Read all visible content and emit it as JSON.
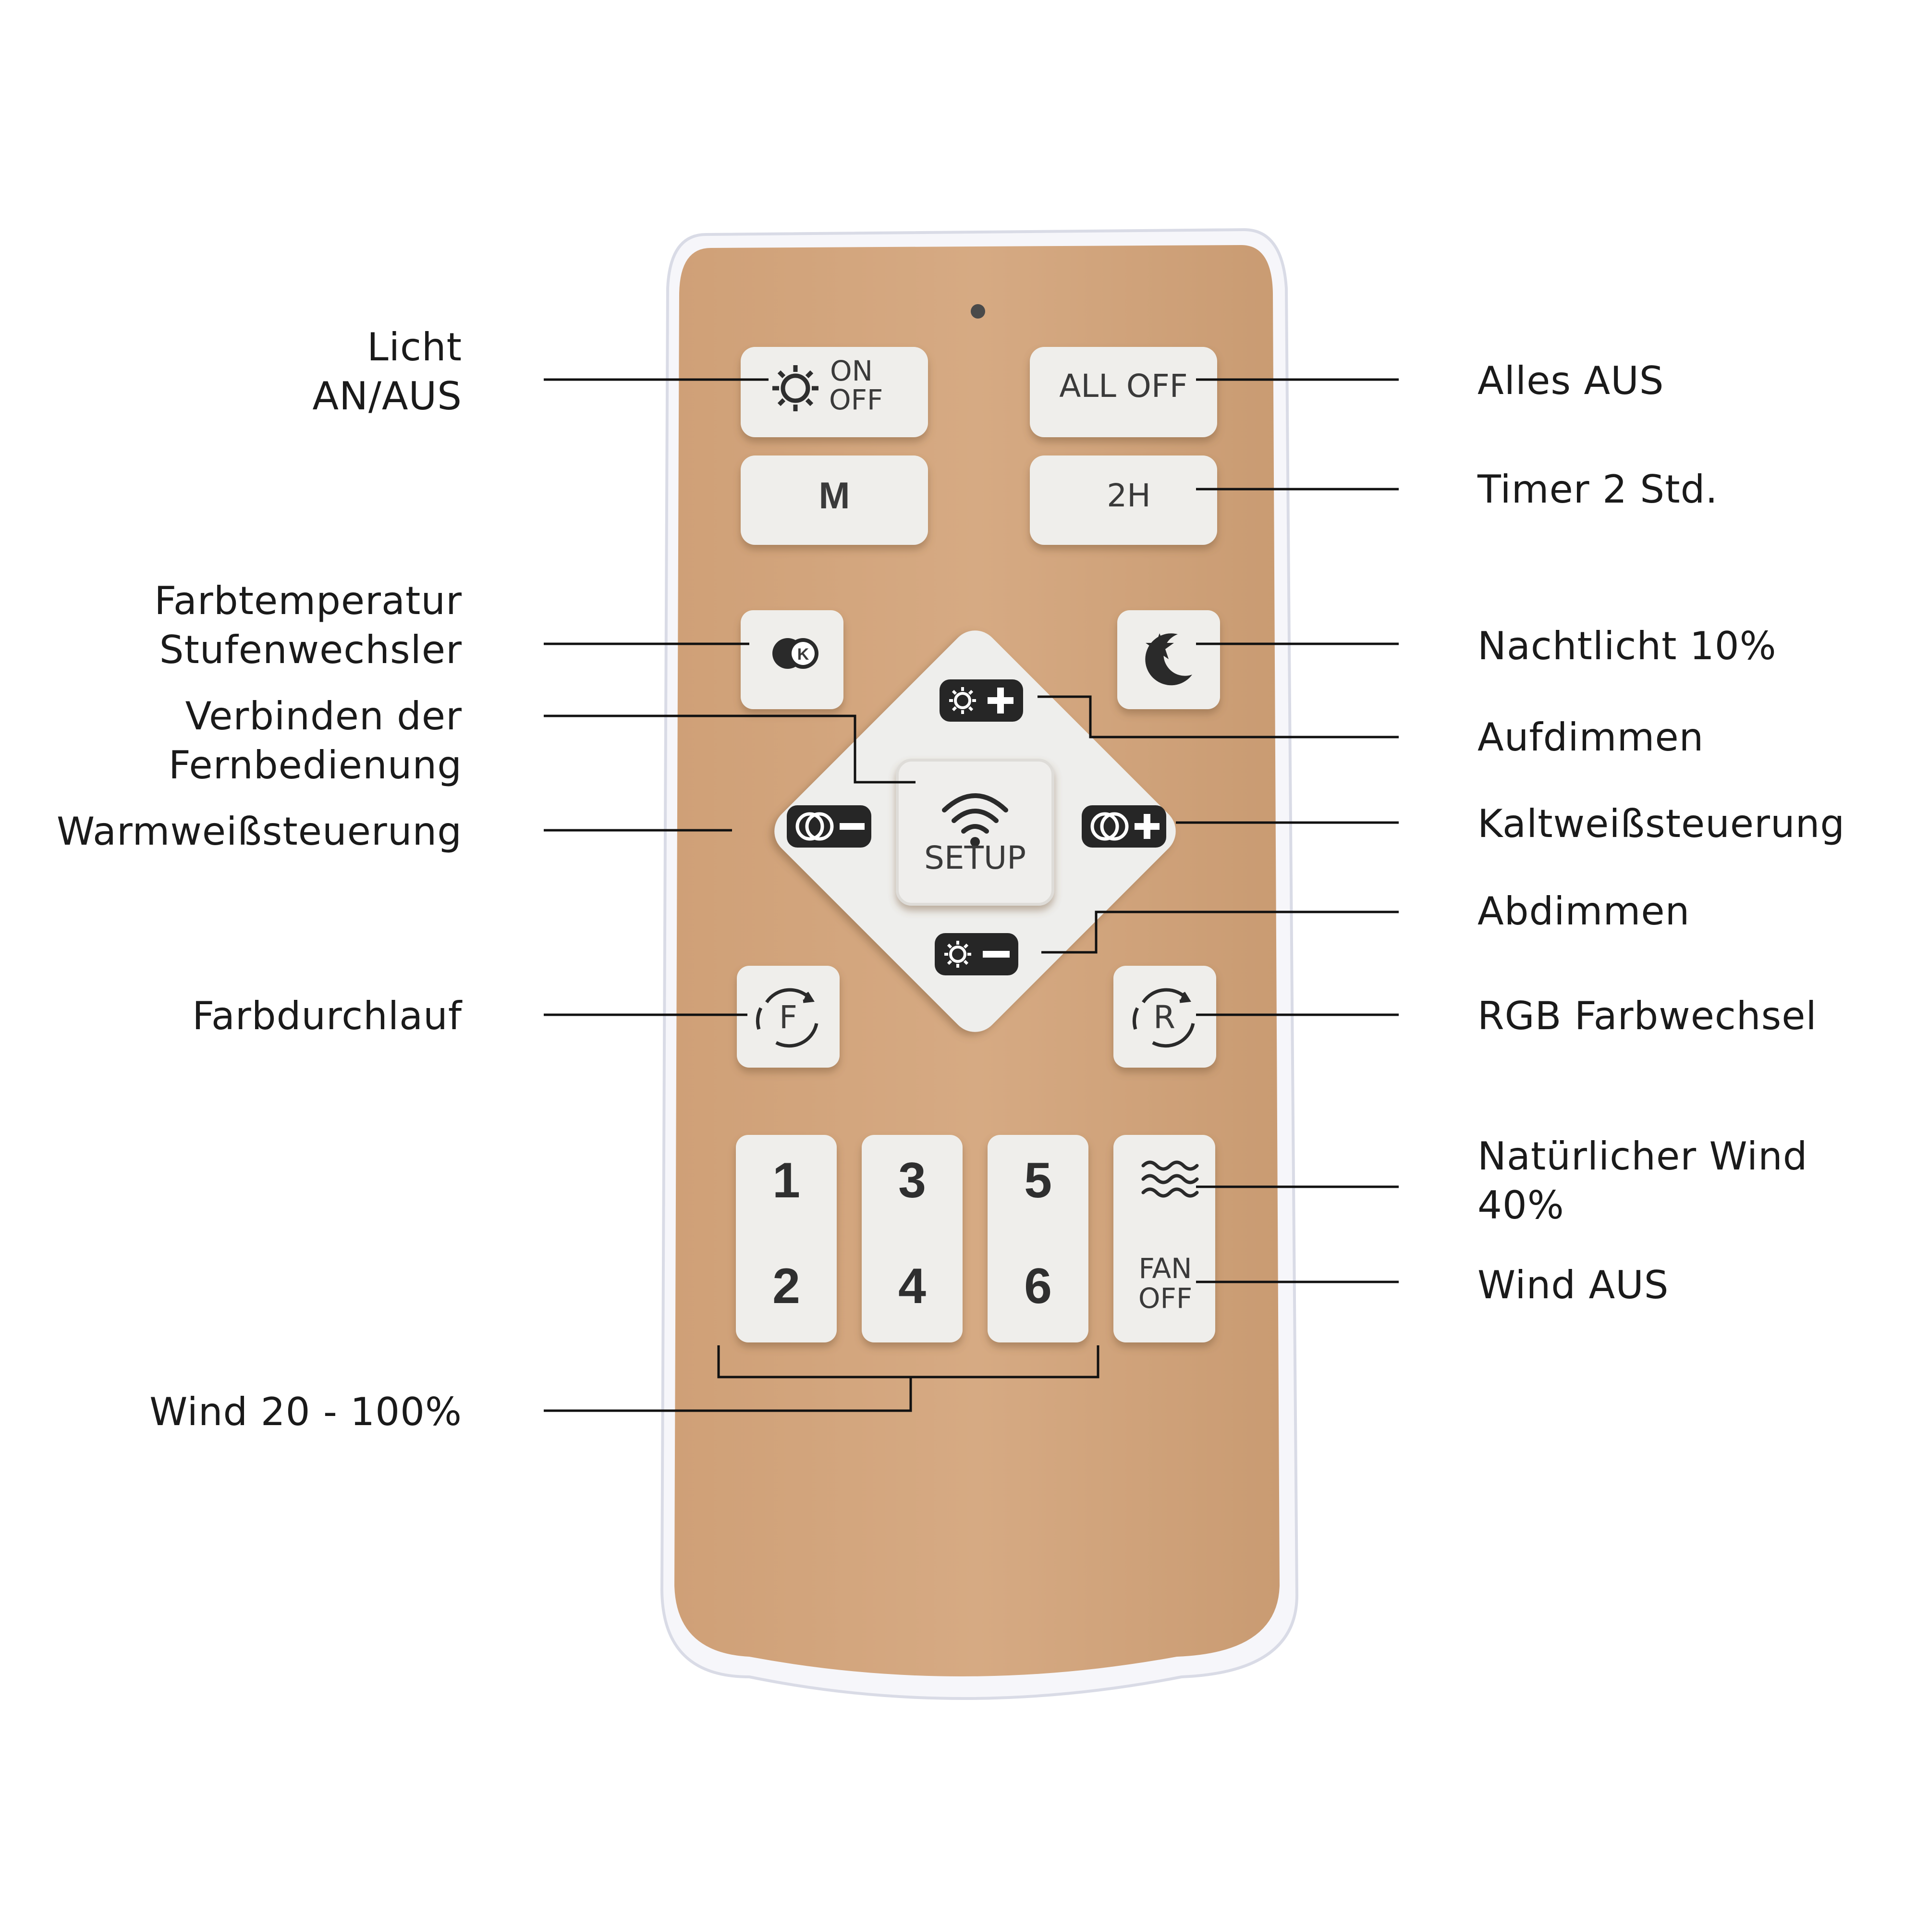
{
  "callouts_left": {
    "light_on_off": [
      "Licht",
      "AN/AUS"
    ],
    "color_temp_step": [
      "Farbtemperatur",
      "Stufenwechsler"
    ],
    "pair_remote": [
      "Verbinden der",
      "Fernbedienung"
    ],
    "warm_white": [
      "Warmweißsteuerung"
    ],
    "color_cycle": [
      "Farbdurchlauf"
    ],
    "wind_speed": [
      "Wind 20 - 100%"
    ]
  },
  "callouts_right": {
    "all_off": [
      "Alles AUS"
    ],
    "timer": [
      "Timer 2 Std."
    ],
    "night_light": [
      "Nachtlicht 10%"
    ],
    "dim_up": [
      "Aufdimmen"
    ],
    "cool_white": [
      "Kaltweißsteuerung"
    ],
    "dim_down": [
      "Abdimmen"
    ],
    "rgb_change": [
      "RGB Farbwechsel"
    ],
    "natural_wind": [
      "Natürlicher Wind",
      "40%"
    ],
    "wind_off": [
      "Wind AUS"
    ]
  },
  "remote": {
    "btn_on": "ON",
    "btn_off": "OFF",
    "btn_all_off": "ALL OFF",
    "btn_mode": "M",
    "btn_timer": "2H",
    "btn_k": "K",
    "btn_setup": "SETUP",
    "btn_f": "F",
    "btn_r": "R",
    "fan_keys": [
      "1",
      "2",
      "3",
      "4",
      "5",
      "6"
    ],
    "btn_fan": "FAN",
    "btn_fan_off": "OFF"
  },
  "colors": {
    "remote_body": "#d2a47b",
    "remote_rim": "#f4f4f8",
    "button": "#eeedea",
    "icon_dark": "#2a2a2a",
    "line": "#111111"
  },
  "icons": [
    "sun-icon",
    "moon-star-icon",
    "wifi-icon",
    "brightness-up-icon",
    "brightness-down-icon",
    "warm-white-icon",
    "cool-white-icon",
    "cycle-arrows-icon",
    "wind-waves-icon",
    "color-temp-icon"
  ]
}
